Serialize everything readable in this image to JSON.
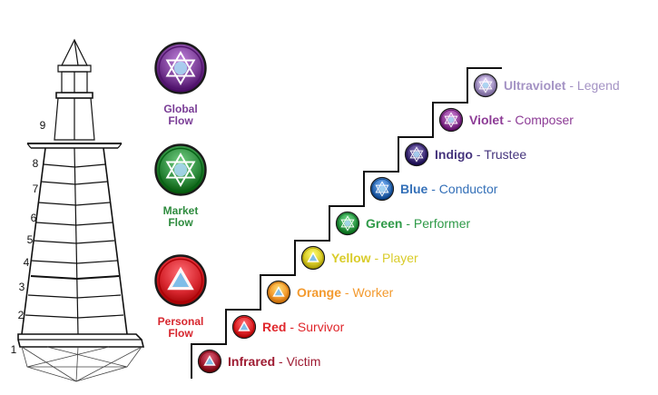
{
  "tower": {
    "tier_labels": [
      "1",
      "2",
      "3",
      "4",
      "5",
      "6",
      "7",
      "8",
      "9"
    ]
  },
  "flows": [
    {
      "line1": "Global",
      "line2": "Flow",
      "color": "#7a3d96",
      "symbol": "star"
    },
    {
      "line1": "Market",
      "line2": "Flow",
      "color": "#2e8b3e",
      "symbol": "star"
    },
    {
      "line1": "Personal",
      "line2": "Flow",
      "color": "#d7262e",
      "symbol": "triangle"
    }
  ],
  "steps": [
    {
      "name": "Infrared",
      "role": "Victim",
      "color": "#9e1b32",
      "symbol": "triangle"
    },
    {
      "name": "Red",
      "role": "Survivor",
      "color": "#e0262b",
      "symbol": "triangle"
    },
    {
      "name": "Orange",
      "role": "Worker",
      "color": "#f39a2e",
      "symbol": "triangle"
    },
    {
      "name": "Yellow",
      "role": "Player",
      "color": "#d9cc2a",
      "symbol": "triangle"
    },
    {
      "name": "Green",
      "role": "Performer",
      "color": "#2f9a48",
      "symbol": "star"
    },
    {
      "name": "Blue",
      "role": "Conductor",
      "color": "#3470b8",
      "symbol": "star"
    },
    {
      "name": "Indigo",
      "role": "Trustee",
      "color": "#46357d",
      "symbol": "star"
    },
    {
      "name": "Violet",
      "role": "Composer",
      "color": "#8d3c96",
      "symbol": "star"
    },
    {
      "name": "Ultraviolet",
      "role": "Legend",
      "color": "#a493c4",
      "symbol": "star"
    }
  ]
}
